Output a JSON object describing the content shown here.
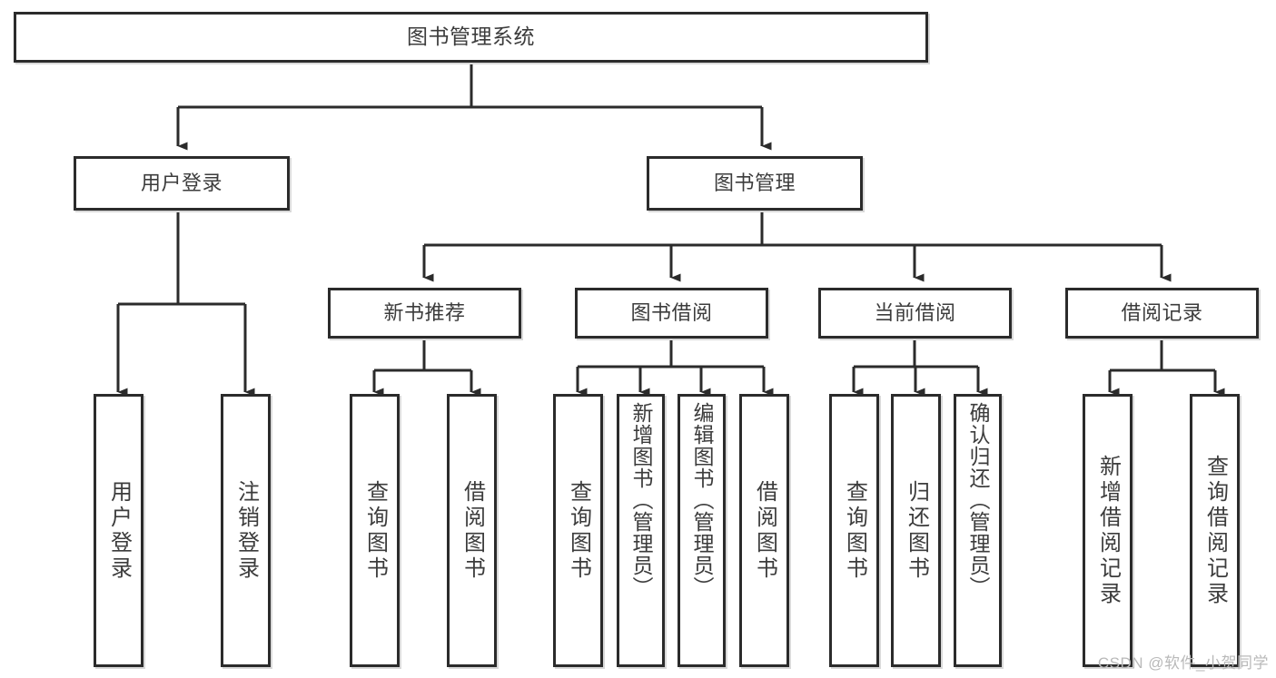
{
  "diagram": {
    "type": "tree-hierarchy",
    "title": "图书管理系统",
    "watermark": "CSDN @软件_小贺同学",
    "colors": {
      "stroke": "#2b2b2b",
      "shadow": "#d9d9d9",
      "text": "#3c3c3c",
      "background": "#ffffff",
      "watermark": "#b9b9b9"
    },
    "root": {
      "label": "图书管理系统"
    },
    "level2": [
      {
        "label": "用户登录"
      },
      {
        "label": "图书管理"
      }
    ],
    "level3": [
      {
        "label": "新书推荐"
      },
      {
        "label": "图书借阅"
      },
      {
        "label": "当前借阅"
      },
      {
        "label": "借阅记录"
      }
    ],
    "leaves": {
      "user_login": [
        {
          "label": "用户登录"
        },
        {
          "label": "注销登录"
        }
      ],
      "new_book_recommend": [
        {
          "label": "查询图书"
        },
        {
          "label": "借阅图书"
        }
      ],
      "book_borrow": [
        {
          "label": "查询图书"
        },
        {
          "label": "新增图书（管理员）"
        },
        {
          "label": "编辑图书（管理员）"
        },
        {
          "label": "借阅图书"
        }
      ],
      "current_borrow": [
        {
          "label": "查询图书"
        },
        {
          "label": "归还图书"
        },
        {
          "label": "确认归还（管理员）"
        }
      ],
      "borrow_record": [
        {
          "label": "新增借阅记录"
        },
        {
          "label": "查询借阅记录"
        }
      ]
    }
  }
}
